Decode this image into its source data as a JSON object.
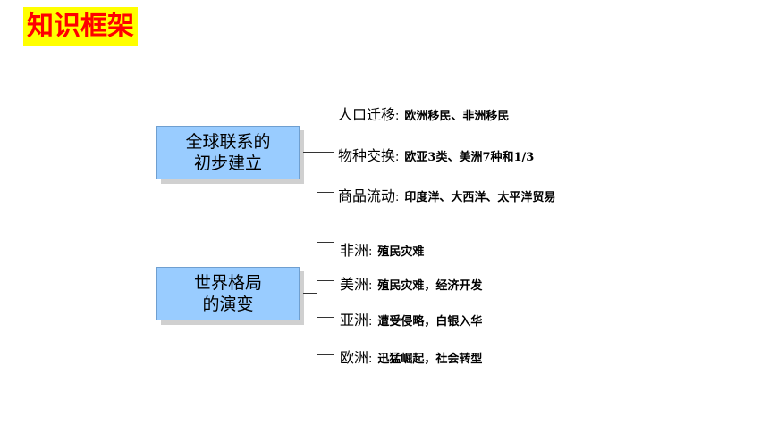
{
  "title": "知识框架",
  "group1": {
    "box_line1": "全球联系的",
    "box_line2": "初步建立",
    "items": [
      {
        "category": "人口迁移",
        "sep": ":",
        "detail": "欧洲移民、非洲移民"
      },
      {
        "category": "物种交换",
        "sep": ":",
        "detail": "欧亚3类、美洲7种和1/3"
      },
      {
        "category": "商品流动",
        "sep": ":",
        "detail": "印度洋、大西洋、太平洋贸易"
      }
    ]
  },
  "group2": {
    "box_line1": "世界格局",
    "box_line2": "的演变",
    "items": [
      {
        "category": "非洲",
        "sep": ":",
        "detail": "殖民灾难"
      },
      {
        "category": "美洲",
        "sep": ":",
        "detail": "殖民灾难，经济开发"
      },
      {
        "category": "亚洲",
        "sep": ":",
        "detail": "遭受侵略，白银入华"
      },
      {
        "category": "欧洲",
        "sep": ":",
        "detail": "迅猛崛起，社会转型"
      }
    ]
  }
}
